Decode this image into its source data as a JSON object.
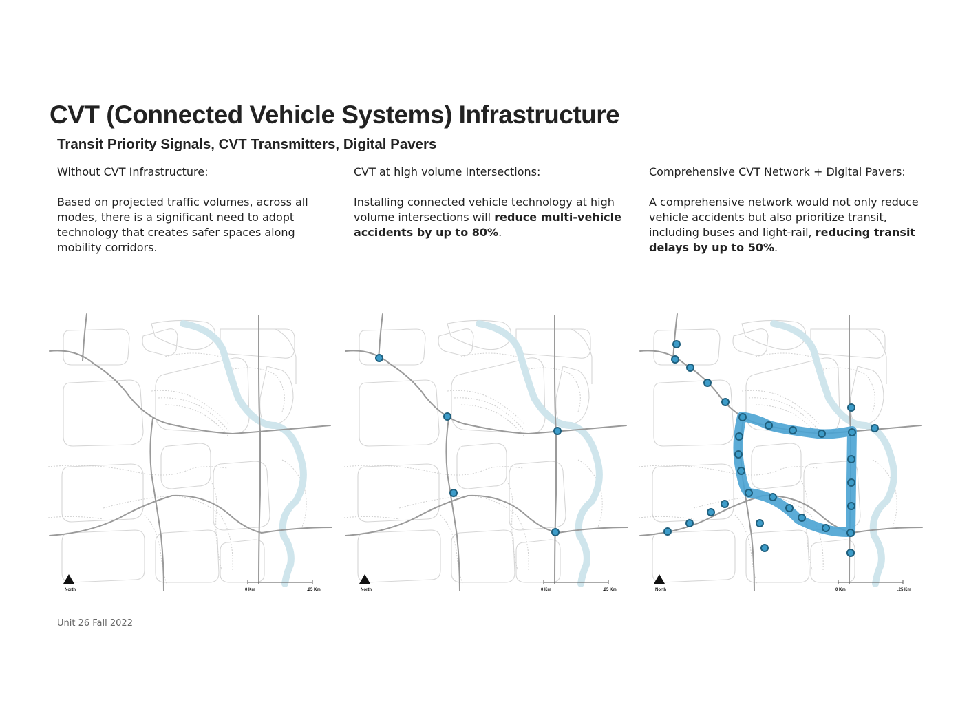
{
  "header": {
    "title": "CVT (Connected Vehicle Systems) Infrastructure",
    "subtitle": "Transit Priority Signals, CVT Transmitters, Digital Pavers"
  },
  "columns": [
    {
      "heading": "Without CVT Infrastructure:",
      "body": "Based on projected traffic volumes, across all modes, there is a significant need to adopt technology that creates safer spaces along mobility corridors.",
      "body_bold": "",
      "body_end": ""
    },
    {
      "heading": "CVT at high volume Intersections:",
      "body": "Installing connected vehicle technology at high volume intersections will ",
      "body_bold": "reduce multi-vehicle accidents by up to 80%",
      "body_end": "."
    },
    {
      "heading": "Comprehensive CVT Network + Digital Pavers:",
      "body": "A comprehensive network would not only reduce vehicle accidents but also prioritize transit, including buses and light-rail, ",
      "body_bold": "reducing transit delays by up to 50%",
      "body_end": "."
    }
  ],
  "maps": {
    "north_label": "North",
    "scale_start": "0 Km",
    "scale_end": ".25 Km"
  },
  "colors": {
    "road": "#9a9a9a",
    "river": "#cfe5ec",
    "node_fill": "#3d9cc9",
    "node_stroke": "#1f5f7d",
    "corridor": "#4aa3d3"
  },
  "footer": "Unit 26 Fall 2022"
}
